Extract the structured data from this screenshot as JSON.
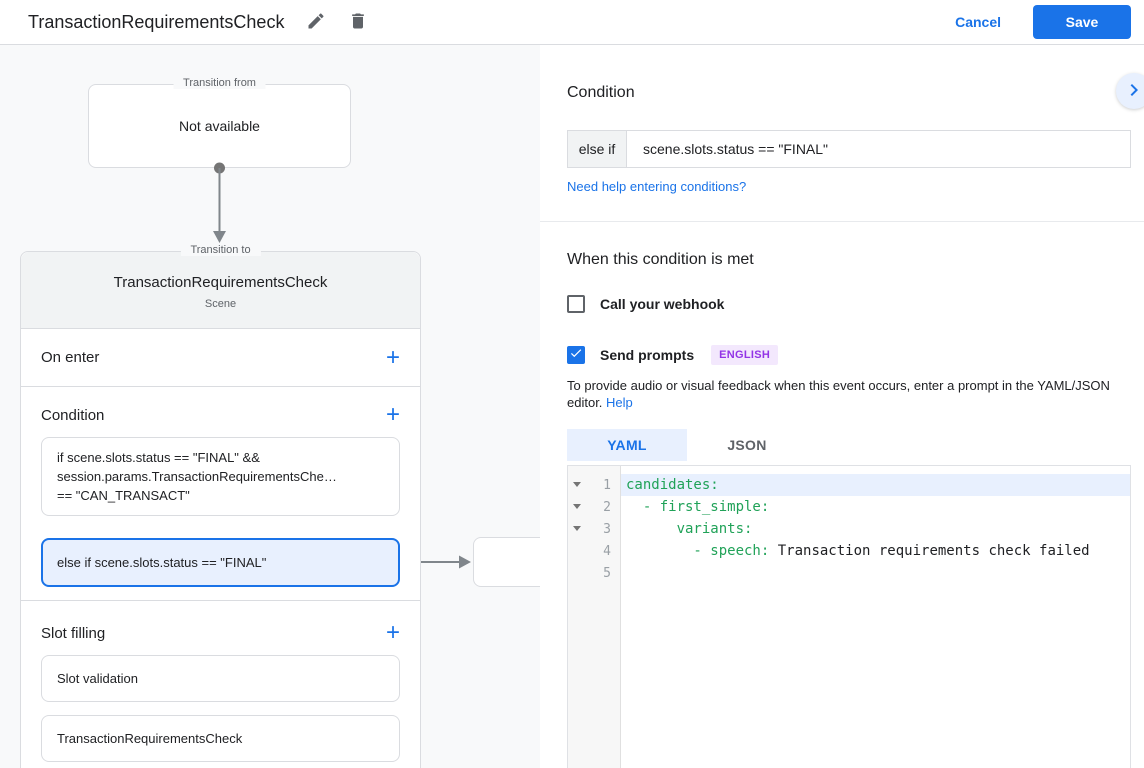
{
  "topbar": {
    "title": "TransactionRequirementsCheck",
    "cancel_label": "Cancel",
    "save_label": "Save"
  },
  "icons": {
    "add": "+"
  },
  "colors": {
    "accent_blue": "#1a73e8",
    "selection_bg": "#e8f0fe",
    "badge_bg": "#f3e8fd",
    "badge_text": "#9334e6",
    "code_key_green": "#20a258"
  },
  "canvas": {
    "transition_from": {
      "legend": "Transition from",
      "value": "Not available"
    },
    "scene_card": {
      "legend": "Transition to",
      "title": "TransactionRequirementsCheck",
      "type_label": "Scene",
      "on_enter_label": "On enter",
      "condition_label": "Condition",
      "slot_filling_label": "Slot filling",
      "condition_items": [
        {
          "text": "if scene.slots.status == \"FINAL\" &&\nsession.params.TransactionRequirementsChe…\n== \"CAN_TRANSACT\"",
          "selected": false
        },
        {
          "text": "else if scene.slots.status == \"FINAL\"",
          "selected": true
        }
      ],
      "slot_items": [
        "Slot validation",
        "TransactionRequirementsCheck"
      ]
    }
  },
  "panel": {
    "title": "Condition",
    "condition_prefix": "else if",
    "condition_value": "scene.slots.status == \"FINAL\"",
    "help_link": "Need help entering conditions?",
    "section_title": "When this condition is met",
    "webhook_label": "Call your webhook",
    "prompts_label": "Send prompts",
    "language_badge": "ENGLISH",
    "prompt_help_line1": "To provide audio or visual feedback when this event occurs, enter a prompt in the YAML/JSON",
    "prompt_help_line2": "editor.",
    "prompt_help_link": "Help",
    "tabs": [
      {
        "label": "YAML",
        "active": true
      },
      {
        "label": "JSON",
        "active": false
      }
    ],
    "editor": {
      "lines": [
        {
          "number": "1",
          "code": [
            {
              "c": "key",
              "t": "candidates:"
            }
          ]
        },
        {
          "number": "2",
          "code": [
            {
              "c": "key",
              "t": "  - first_simple:"
            }
          ]
        },
        {
          "number": "3",
          "code": [
            {
              "c": "key",
              "t": "      variants:"
            }
          ]
        },
        {
          "number": "4",
          "code": [
            {
              "c": "key",
              "t": "        - speech:"
            },
            {
              "c": "plain",
              "t": " Transaction requirements check failed"
            }
          ]
        },
        {
          "number": "5",
          "code": []
        }
      ]
    }
  }
}
